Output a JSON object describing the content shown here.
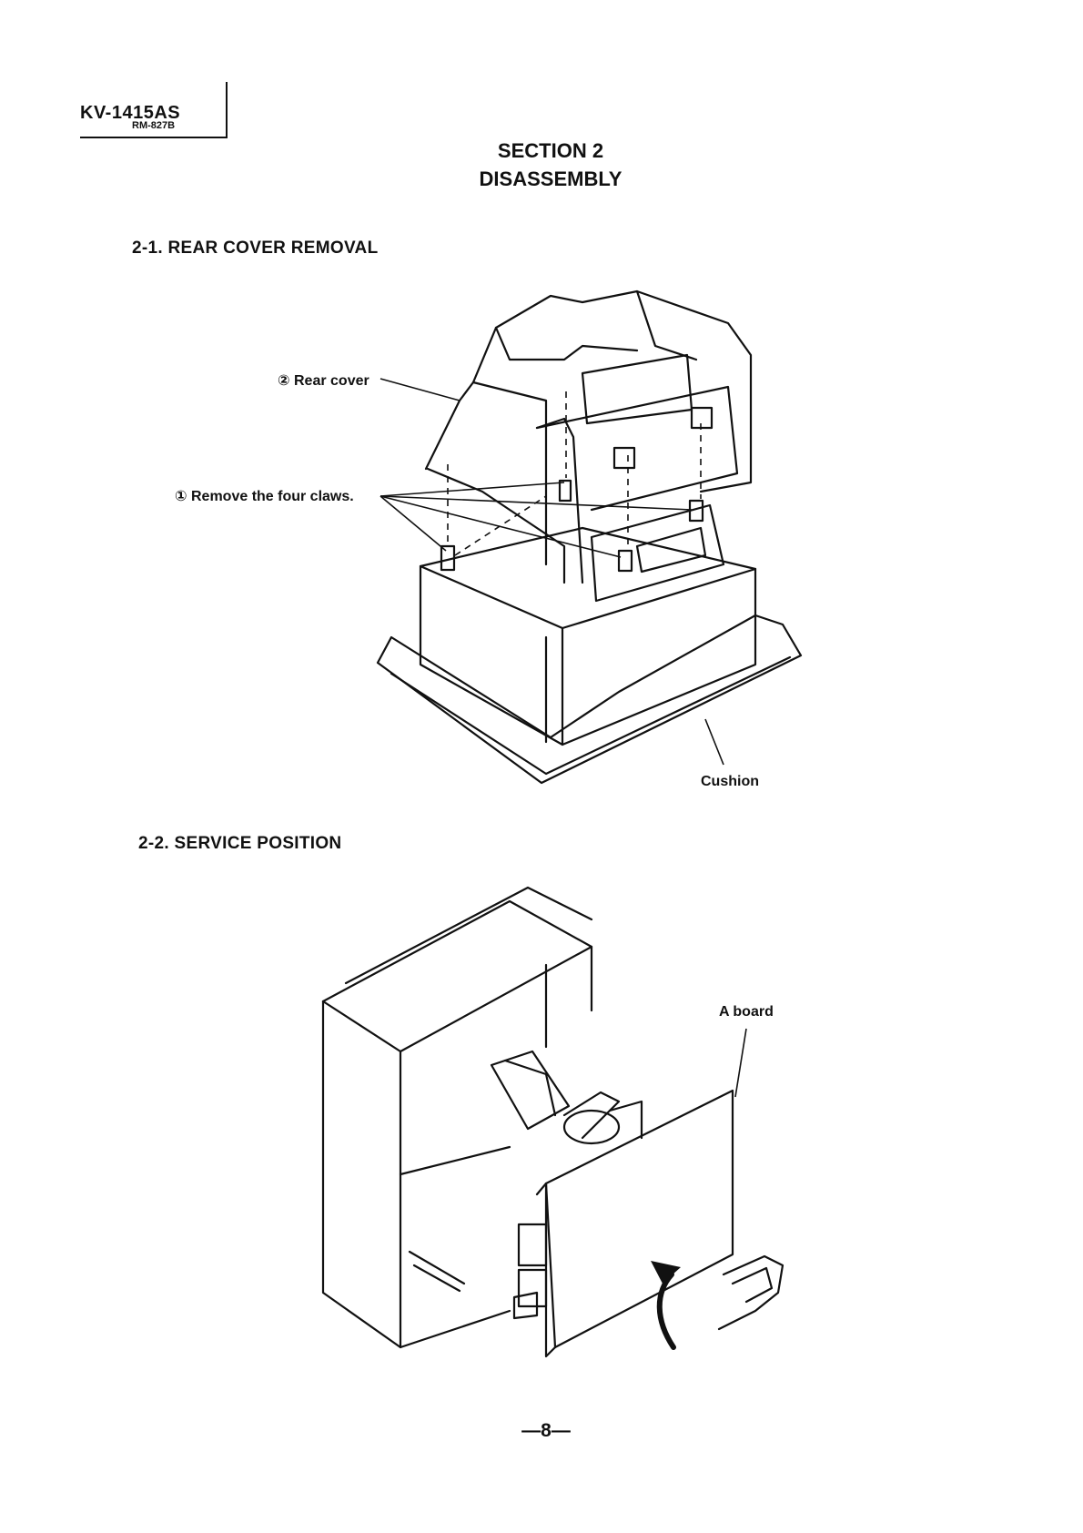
{
  "header": {
    "model": "KV-1415AS",
    "remote": "RM-827B"
  },
  "section": {
    "number": "SECTION 2",
    "title": "DISASSEMBLY"
  },
  "subsections": [
    {
      "heading": "2-1.  REAR COVER REMOVAL",
      "labels": {
        "rear_cover": "② Rear cover",
        "claws": "① Remove the four claws.",
        "cushion": "Cushion"
      }
    },
    {
      "heading": "2-2. SERVICE POSITION",
      "labels": {
        "a_board": "A board"
      }
    }
  ],
  "footer": {
    "page": "—8—"
  }
}
